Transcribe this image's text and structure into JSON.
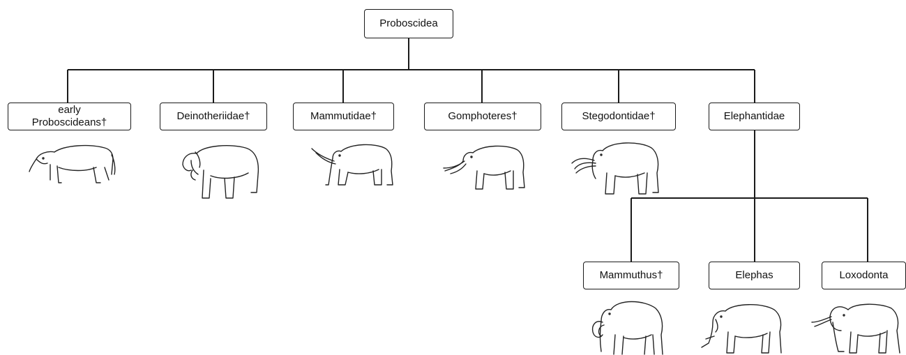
{
  "diagram": {
    "root": {
      "label": "Proboscidea"
    },
    "families": [
      {
        "id": "early",
        "label_line1": "early",
        "label_line2": "Proboscideans†",
        "icon": "early-proboscidean-icon"
      },
      {
        "id": "deinotheriidae",
        "label": "Deinotheriidae†",
        "icon": "deinotherium-icon"
      },
      {
        "id": "mammutidae",
        "label": "Mammutidae†",
        "icon": "mastodon-icon"
      },
      {
        "id": "gomphoteres",
        "label": "Gomphoteres†",
        "icon": "gomphothere-icon"
      },
      {
        "id": "stegodontidae",
        "label": "Stegodontidae†",
        "icon": "stegodon-icon"
      },
      {
        "id": "elephantidae",
        "label": "Elephantidae"
      }
    ],
    "genera": [
      {
        "id": "mammuthus",
        "label": "Mammuthus†",
        "icon": "mammoth-icon"
      },
      {
        "id": "elephas",
        "label": "Elephas",
        "icon": "asian-elephant-icon"
      },
      {
        "id": "loxodonta",
        "label": "Loxodonta",
        "icon": "african-elephant-icon"
      }
    ],
    "line_color": "#1a1a1a"
  }
}
